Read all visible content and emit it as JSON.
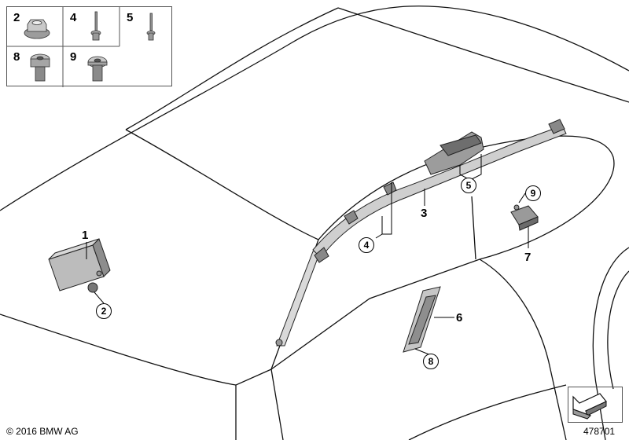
{
  "legend": {
    "items": [
      {
        "number": "2",
        "icon": "flange-nut-icon"
      },
      {
        "number": "4",
        "icon": "rivet-icon"
      },
      {
        "number": "5",
        "icon": "rivet-icon"
      },
      {
        "number": "8",
        "icon": "torx-bolt-icon"
      },
      {
        "number": "9",
        "icon": "torx-bolt-icon"
      }
    ]
  },
  "callouts": {
    "plain": [
      {
        "number": "1"
      },
      {
        "number": "3"
      },
      {
        "number": "6"
      },
      {
        "number": "7"
      }
    ],
    "circled": [
      {
        "number": "2"
      },
      {
        "number": "4"
      },
      {
        "number": "5"
      },
      {
        "number": "8"
      },
      {
        "number": "9"
      }
    ]
  },
  "footer": {
    "copyright": "© 2016 BMW AG",
    "document_number": "478701"
  },
  "colors": {
    "line": "#111111",
    "part_shade": "#bcbcbc",
    "part_dark": "#6e6e6e"
  }
}
